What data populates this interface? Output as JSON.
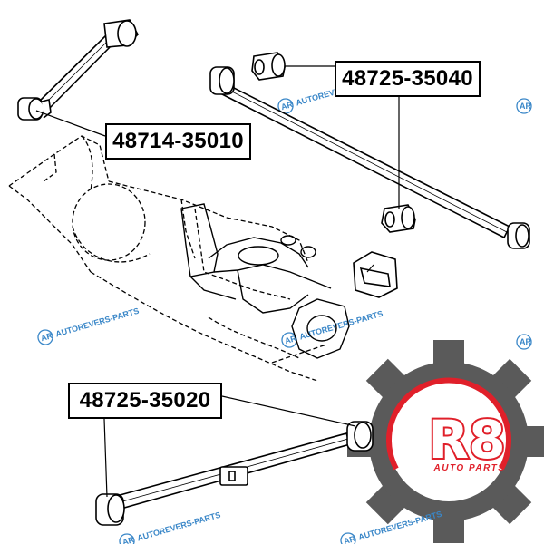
{
  "parts": [
    {
      "id": "upper-control-arm",
      "number": "48714-35010"
    },
    {
      "id": "lower-control-arm-upper",
      "number": "48725-35040"
    },
    {
      "id": "lower-control-arm-lower",
      "number": "48725-35020"
    }
  ],
  "watermark": {
    "text": "AUTOREVERS-PARTS",
    "badge": "AR",
    "color": "#3a87c8"
  },
  "logo": {
    "mark": "R8",
    "tagline": "AUTO PARTS",
    "gear_color": "#5a5a5a",
    "accent_color": "#e0202a"
  }
}
